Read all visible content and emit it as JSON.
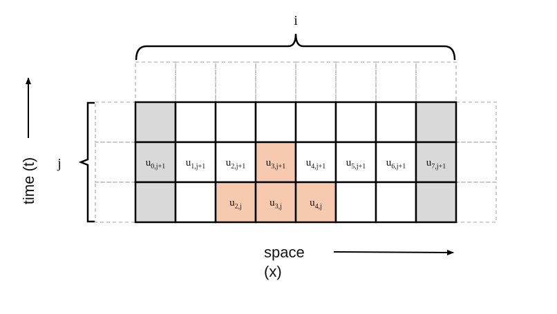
{
  "labels": {
    "i": "i",
    "j": "j",
    "time_axis": "time (t)",
    "space_axis_line1": "space",
    "space_axis_line2": "(x)"
  },
  "colors": {
    "boundary_fill": "#d9d9d9",
    "stencil_fill": "#f7c9ae",
    "ghost_stroke": "#bfbfbf",
    "grid_stroke": "#000000"
  },
  "grid": {
    "rows": [
      {
        "cells": [
          {
            "base": "",
            "sub": "",
            "fill": "boundary"
          },
          {
            "base": "",
            "sub": "",
            "fill": "none"
          },
          {
            "base": "",
            "sub": "",
            "fill": "none"
          },
          {
            "base": "",
            "sub": "",
            "fill": "none"
          },
          {
            "base": "",
            "sub": "",
            "fill": "none"
          },
          {
            "base": "",
            "sub": "",
            "fill": "none"
          },
          {
            "base": "",
            "sub": "",
            "fill": "none"
          },
          {
            "base": "",
            "sub": "",
            "fill": "boundary"
          }
        ]
      },
      {
        "cells": [
          {
            "base": "u",
            "sub": "0,j+1",
            "fill": "boundary"
          },
          {
            "base": "u",
            "sub": "1,j+1",
            "fill": "none"
          },
          {
            "base": "u",
            "sub": "2,j+1",
            "fill": "none"
          },
          {
            "base": "u",
            "sub": "3,j+1",
            "fill": "stencil"
          },
          {
            "base": "u",
            "sub": "4,j+1",
            "fill": "none"
          },
          {
            "base": "u",
            "sub": "5,j+1",
            "fill": "none"
          },
          {
            "base": "u",
            "sub": "6,j+1",
            "fill": "none"
          },
          {
            "base": "u",
            "sub": "7,j+1",
            "fill": "boundary"
          }
        ]
      },
      {
        "cells": [
          {
            "base": "",
            "sub": "",
            "fill": "boundary"
          },
          {
            "base": "",
            "sub": "",
            "fill": "none"
          },
          {
            "base": "u",
            "sub": "2,j",
            "fill": "stencil"
          },
          {
            "base": "u",
            "sub": "3,j",
            "fill": "stencil"
          },
          {
            "base": "u",
            "sub": "4,j",
            "fill": "stencil"
          },
          {
            "base": "",
            "sub": "",
            "fill": "none"
          },
          {
            "base": "",
            "sub": "",
            "fill": "none"
          },
          {
            "base": "",
            "sub": "",
            "fill": "boundary"
          }
        ]
      }
    ]
  }
}
